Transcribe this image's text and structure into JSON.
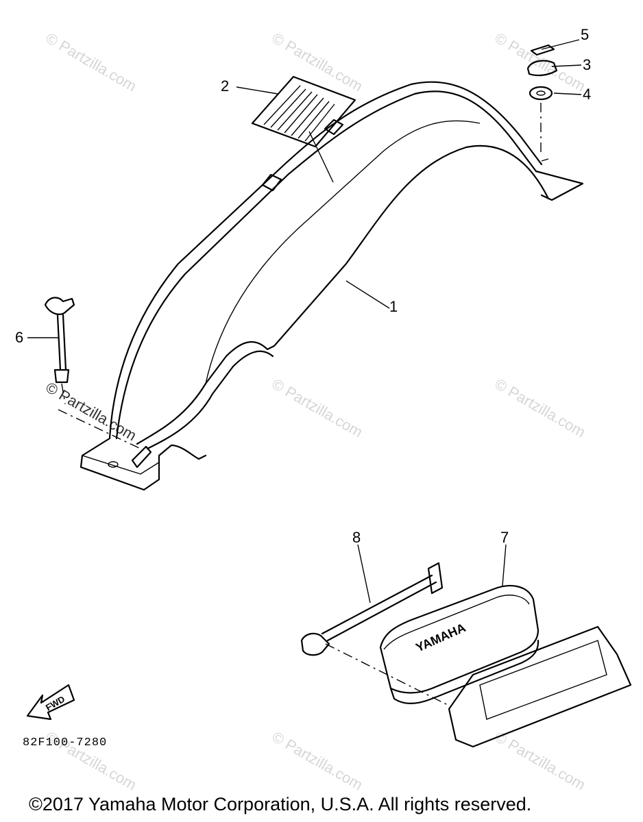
{
  "callouts": [
    "1",
    "2",
    "3",
    "4",
    "5",
    "6",
    "7",
    "8"
  ],
  "diagram_code": "82F100-7280",
  "fwd_label": "FWD",
  "brand_mark": "YAMAHA",
  "watermark": "© Partzilla.com",
  "copyright": "©2017 Yamaha Motor Corporation, U.S.A. All rights reserved."
}
